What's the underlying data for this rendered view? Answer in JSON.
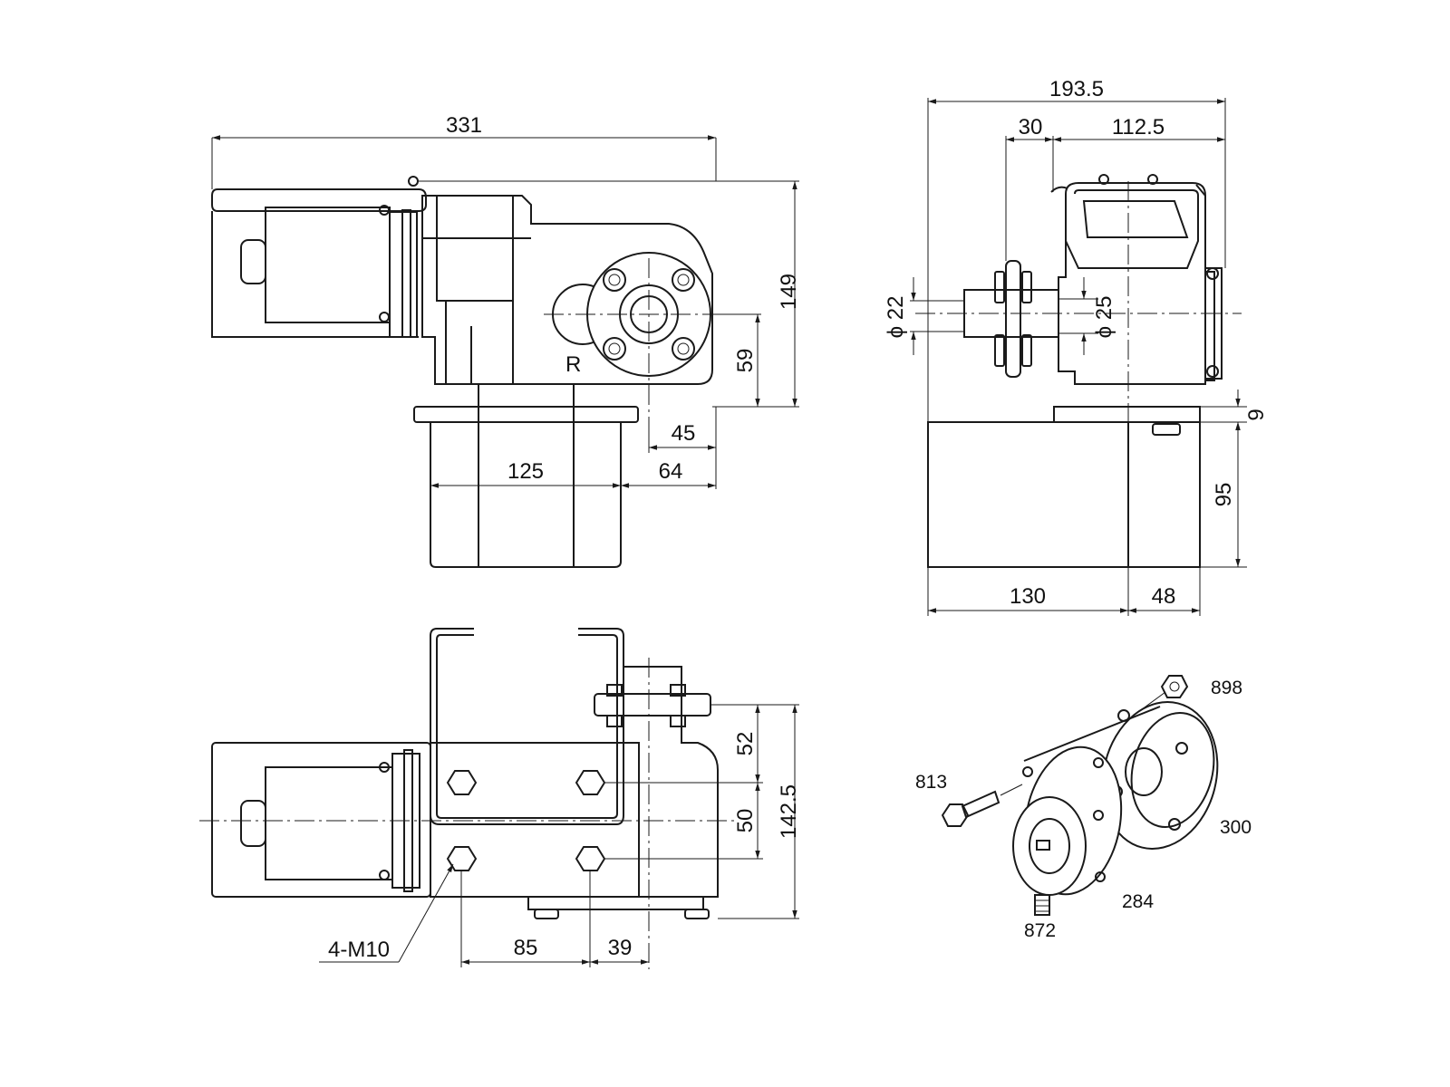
{
  "front_view": {
    "dims": {
      "overall_length": "331",
      "height": "149",
      "shaft_height": "59",
      "shaft_offset": "45",
      "base_width": "125",
      "base_offset": "64"
    },
    "mark": "R"
  },
  "side_view": {
    "dims": {
      "overall_width": "193.5",
      "flange_offset": "30",
      "body_width": "112.5",
      "shaft_dia_left": "22",
      "shaft_dia_right": "25",
      "dia_symbol": "ϕ",
      "base_thickness": "9",
      "block_height": "95",
      "block_width": "130",
      "block_offset": "48"
    }
  },
  "top_view": {
    "dims": {
      "bolt_spacing_a": "52",
      "bolt_spacing_b": "50",
      "overall_depth": "142.5",
      "bolt_pitch": "85",
      "bolt_offset": "39",
      "bolts": "4-M10"
    }
  },
  "exploded_view": {
    "parts": {
      "nut": "898",
      "bolt": "813",
      "flange_plate": "300",
      "hub": "284",
      "set_screw": "872"
    }
  },
  "colors": {
    "line": "#1a1a1a",
    "background": "#ffffff"
  }
}
